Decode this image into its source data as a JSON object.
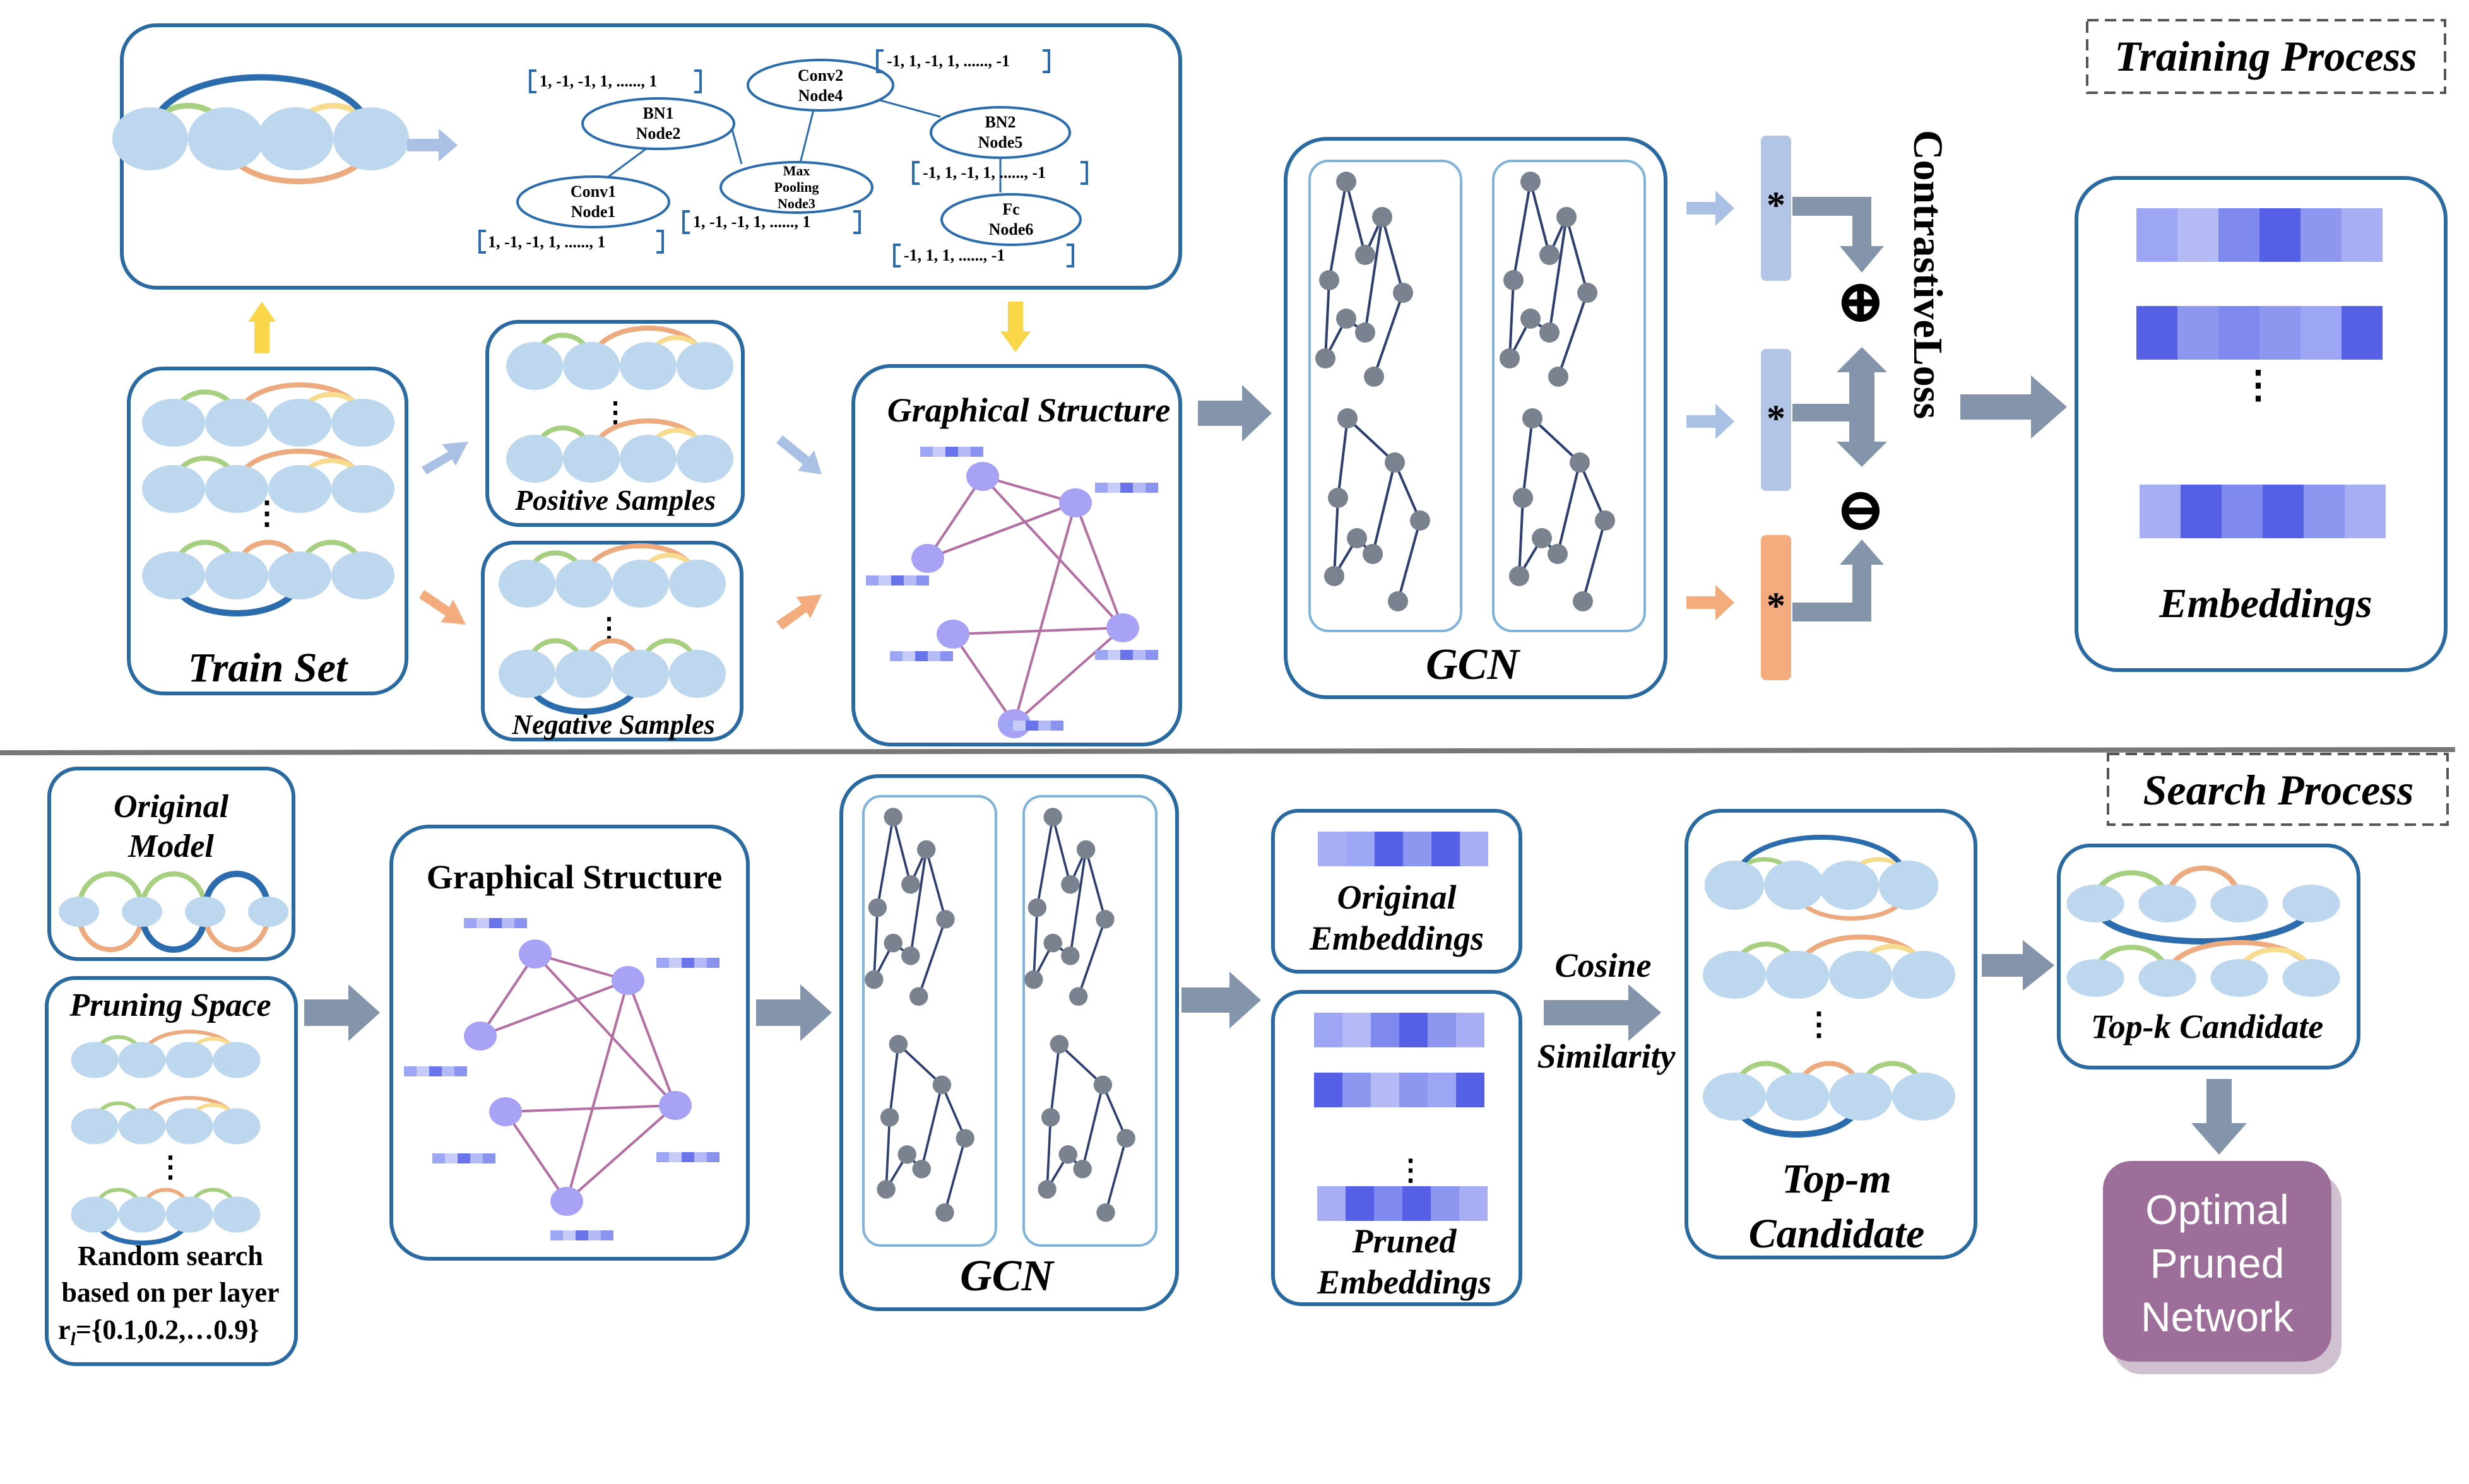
{
  "colors": {
    "box_border": "#2a6aa3",
    "node_fill": "#bcd7ee",
    "arc_green": "#a6cf7f",
    "arc_orange": "#eeaa7f",
    "arc_yellow": "#f7dc8f",
    "arc_blue": "#2b6cae",
    "arrow_gray": "#8494ab",
    "arrow_light": "#aac0e4",
    "arrow_orange": "#f4ab7e",
    "arrow_yellow": "#f9d749",
    "graph_node": "#a7a2f6",
    "graph_edge": "#b46ea2",
    "gcn_node": "#7a8290",
    "gcn_edge": "#2d3e70",
    "optimal_fill": "#9c6e99"
  },
  "training": {
    "section_label": "Training Process",
    "train_set": "Train Set",
    "positive_samples": "Positive Samples",
    "negative_samples": "Negative Samples",
    "graphical_structure": "Graphical Structure",
    "gcn": "GCN",
    "contrastive_loss": "ContrastiveLoss",
    "embeddings": "Embeddings",
    "plus_symbol": "⊕",
    "minus_symbol": "⊖",
    "star": "*",
    "ellipsis": "⋮",
    "graph_nodes": [
      {
        "name": "Conv1",
        "id": "Node1",
        "vector": "1, -1, -1, 1, ......, 1"
      },
      {
        "name": "BN1",
        "id": "Node2",
        "vector": "1, -1, -1, 1, ......, 1"
      },
      {
        "name": "Max Pooling",
        "id": "Node3",
        "vector": "1, -1, -1, 1, ......, 1"
      },
      {
        "name": "Conv2",
        "id": "Node4",
        "vector": "-1, 1, -1, 1, ......, -1"
      },
      {
        "name": "BN2",
        "id": "Node5",
        "vector": "-1, 1, -1, 1, ......, -1"
      },
      {
        "name": "Fc",
        "id": "Node6",
        "vector": "-1, 1, 1, ......, -1"
      }
    ],
    "node3_lines": [
      "Max",
      "Pooling",
      "Node3"
    ]
  },
  "search": {
    "section_label": "Search Process",
    "original_model": [
      "Original",
      "Model"
    ],
    "pruning_space": "Pruning Space",
    "random_search": [
      "Random search",
      "based on per layer"
    ],
    "ratio_prefix": "r",
    "ratio_sub": "l",
    "ratio_values": "={0.1,0.2,…0.9}",
    "graphical_structure": "Graphical Structure",
    "gcn": "GCN",
    "original_embeddings": [
      "Original",
      "Embeddings"
    ],
    "pruned_embeddings": [
      "Pruned",
      "Embeddings"
    ],
    "cosine": "Cosine",
    "similarity": "Similarity",
    "top_m": [
      "Top-m",
      "Candidate"
    ],
    "top_k": "Top-k Candidate",
    "optimal": [
      "Optimal",
      "Pruned",
      "Network"
    ],
    "ellipsis": "⋮"
  }
}
